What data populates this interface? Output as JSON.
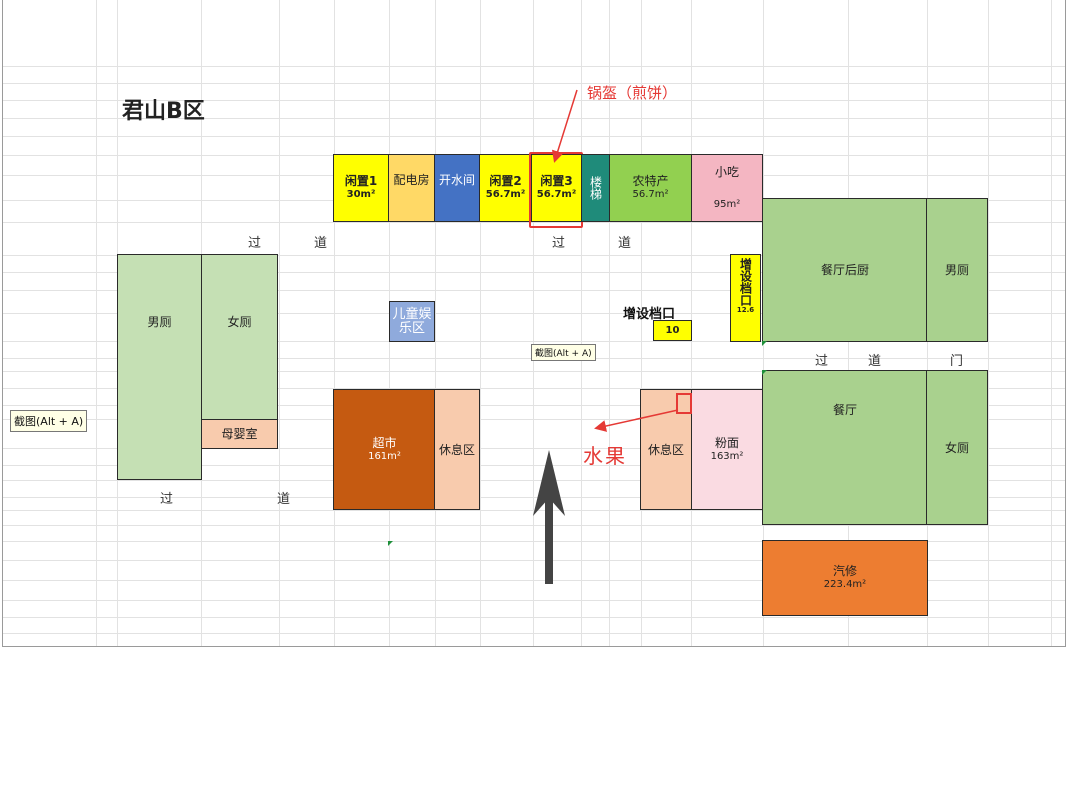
{
  "title": "君山B区",
  "annotations": {
    "wok": "锅盔（煎饼）",
    "fruit": "水果"
  },
  "tooltip": "截图(Alt + A)",
  "tooltip_small": "截图(Alt + A)",
  "corridor": {
    "guo": "过",
    "dao": "道",
    "men": "门"
  },
  "rooms": {
    "xianzhi1": {
      "name": "闲置1",
      "area": "30m²",
      "color": "#ffff00"
    },
    "peidian": {
      "name": "配电房",
      "color": "#ffd966"
    },
    "kaishui": {
      "name": "开水间",
      "color": "#4472c4"
    },
    "xianzhi2": {
      "name": "闲置2",
      "area": "56.7m²",
      "color": "#ffff00"
    },
    "xianzhi3": {
      "name": "闲置3",
      "area": "56.7m²",
      "color": "#ffff00"
    },
    "louti": {
      "name": "楼梯",
      "color": "#1f8b7a"
    },
    "nongte": {
      "name": "农特产",
      "area": "56.7m²",
      "color": "#92d050"
    },
    "xiaochi": {
      "name": "小吃",
      "area": "95m²",
      "color": "#f4b6c2"
    },
    "dangkou_v": {
      "name": "增设档口",
      "area": "12.6",
      "color": "#ffff00"
    },
    "dangkou_label": "增设档口",
    "dangkou_small": {
      "area": "10",
      "color": "#ffff00"
    },
    "canting_houchu": {
      "name": "餐厅后厨",
      "color": "#a9d18e"
    },
    "nance_tr": {
      "name": "男厕",
      "color": "#a9d18e"
    },
    "canting": {
      "name": "餐厅",
      "color": "#a9d18e"
    },
    "nvce_r": {
      "name": "女厕",
      "color": "#a9d18e"
    },
    "nance_l": {
      "name": "男厕",
      "color": "#c5e0b4"
    },
    "nvce_l": {
      "name": "女厕",
      "color": "#c5e0b4"
    },
    "muying": {
      "name": "母婴室",
      "color": "#f8cbad"
    },
    "ertong": {
      "name": "儿童娱乐区",
      "color": "#8faadc"
    },
    "chaoshi": {
      "name": "超市",
      "area": "161m²",
      "color": "#c55a11"
    },
    "xiuxi_l": {
      "name": "休息区",
      "color": "#f8cbad"
    },
    "xiuxi_r": {
      "name": "休息区",
      "color": "#f8cbad"
    },
    "fenmian": {
      "name": "粉面",
      "area": "163m²",
      "color": "#fadbe2"
    },
    "qixiu": {
      "name": "汽修",
      "area": "223.4m²",
      "color": "#ed7d31"
    }
  }
}
